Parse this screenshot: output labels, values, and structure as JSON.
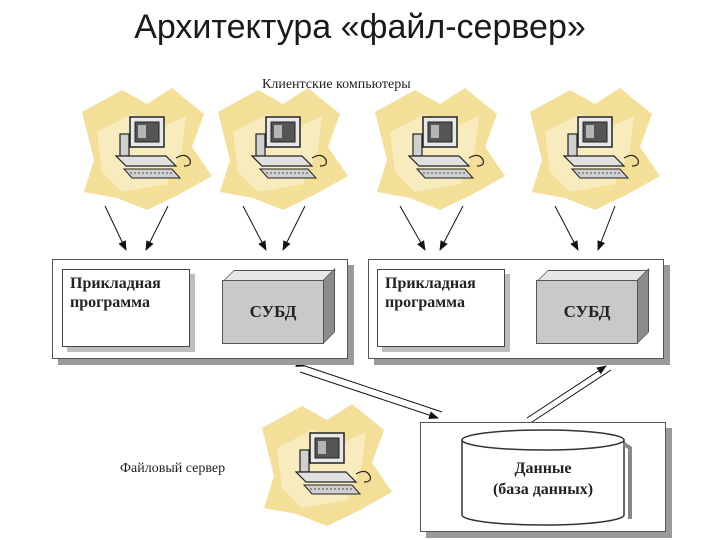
{
  "title": "Архитектура «файл-сервер»",
  "clients_label": "Клиентские компьютеры",
  "file_server_label": "Файловый сервер",
  "workstations": [
    {
      "app_label_line1": "Прикладная",
      "app_label_line2": "программа",
      "dbms_label": "СУБД"
    },
    {
      "app_label_line1": "Прикладная",
      "app_label_line2": "программа",
      "dbms_label": "СУБД"
    }
  ],
  "database": {
    "line1": "Данные",
    "line2": "(база данных)"
  },
  "colors": {
    "star": "#f3df97",
    "dbms": "#c9c9c9",
    "shadow": "#9a9a9a"
  },
  "icons": [
    "computer-icon"
  ]
}
